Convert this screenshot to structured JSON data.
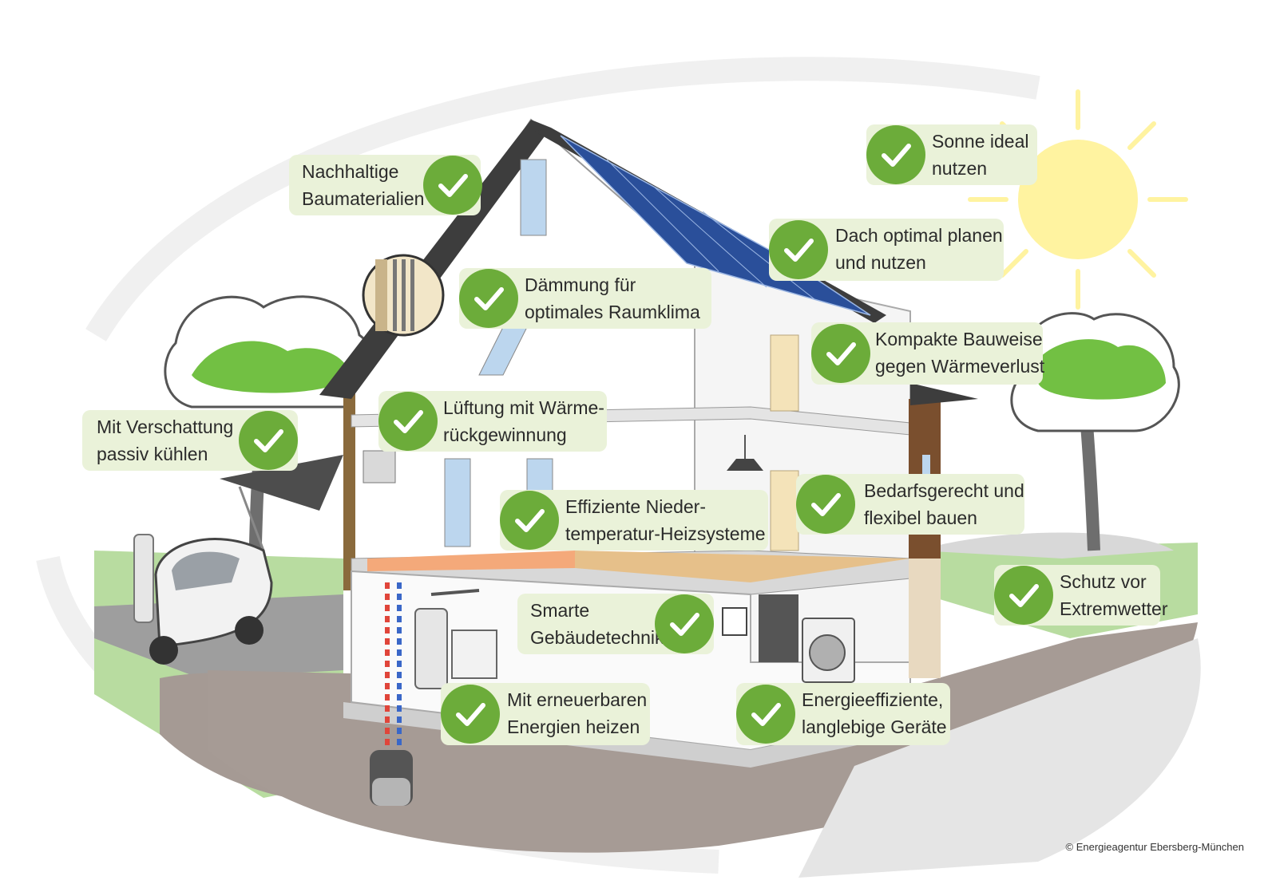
{
  "callouts": [
    {
      "id": "sonne",
      "lines": [
        "Sonne ideal",
        "nutzen"
      ]
    },
    {
      "id": "baumaterialien",
      "lines": [
        "Nachhaltige",
        "Baumaterialien"
      ]
    },
    {
      "id": "dach",
      "lines": [
        "Dach optimal planen",
        "und nutzen"
      ]
    },
    {
      "id": "daemmung",
      "lines": [
        "Dämmung für",
        "optimales Raumklima"
      ]
    },
    {
      "id": "kompakt",
      "lines": [
        "Kompakte Bauweise",
        "gegen Wärmeverlust"
      ]
    },
    {
      "id": "verschattung",
      "lines": [
        "Mit Verschattung",
        "passiv kühlen"
      ]
    },
    {
      "id": "lueftung",
      "lines": [
        "Lüftung mit Wärme-",
        "rückgewinnung"
      ]
    },
    {
      "id": "bedarf",
      "lines": [
        "Bedarfsgerecht und",
        "flexibel bauen"
      ]
    },
    {
      "id": "heizsysteme",
      "lines": [
        "Effiziente Nieder-",
        "temperatur-Heizsysteme"
      ]
    },
    {
      "id": "extremwetter",
      "lines": [
        "Schutz vor",
        "Extremwetter"
      ]
    },
    {
      "id": "gebaeudetechnik",
      "lines": [
        "Smarte",
        "Gebäudetechnik"
      ]
    },
    {
      "id": "erneuerbar",
      "lines": [
        "Mit erneuerbaren",
        "Energien heizen"
      ]
    },
    {
      "id": "geraete",
      "lines": [
        "Energieeffiziente,",
        "langlebige Geräte"
      ]
    }
  ],
  "credit": "© Energieagentur Ebersberg-München",
  "colors": {
    "check_green": "#6cac3a",
    "callout_bg": "#eaf2d9",
    "grass": "#9ccc7f",
    "solar_panel": "#2a4f9a",
    "sun": "#fff3a0"
  },
  "icons": [
    "check-icon",
    "sun-icon",
    "solar-panel-icon",
    "tree-icon",
    "e-car-icon",
    "heat-pump-icon",
    "washing-machine-icon"
  ]
}
